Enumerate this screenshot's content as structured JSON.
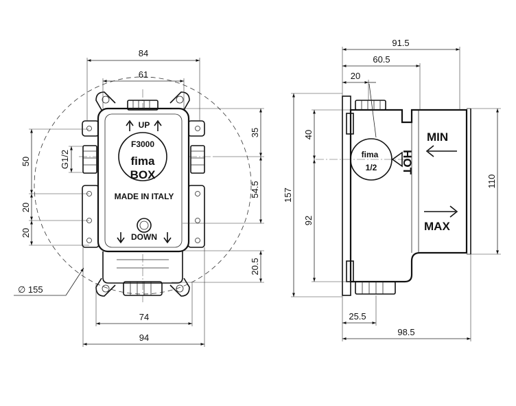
{
  "front_view": {
    "dims": {
      "width_outer": "84",
      "width_inner": "61",
      "dim_35": "35",
      "dim_545": "54.5",
      "dim_205": "20.5",
      "dim_50": "50",
      "dim_20a": "20",
      "dim_20b": "20",
      "dim_74": "74",
      "dim_94": "94",
      "thread": "G1/2",
      "diameter": "∅ 155"
    },
    "labels": {
      "up": "UP",
      "model": "F3000",
      "brand": "fima",
      "box": "BOX",
      "made_in": "MADE IN ITALY",
      "down": "DOWN"
    }
  },
  "side_view": {
    "dims": {
      "dim_915": "91.5",
      "dim_605": "60.5",
      "dim_20": "20",
      "dim_40": "40",
      "dim_157": "157",
      "dim_92": "92",
      "dim_110": "110",
      "dim_255": "25.5",
      "dim_985": "98.5"
    },
    "labels": {
      "fima": "fima",
      "size": "1/2",
      "hot": "HOT",
      "min": "MIN",
      "max": "MAX"
    }
  }
}
